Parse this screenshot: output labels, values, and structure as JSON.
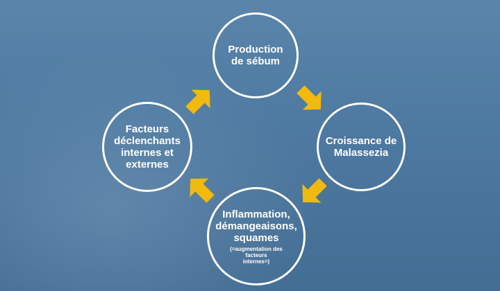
{
  "colors": {
    "arrow": "#f2b90f",
    "circle_border": "#ffffff",
    "text": "#ffffff"
  },
  "cycle": {
    "top": {
      "label_line1": "Production",
      "label_line2": "de sébum"
    },
    "right": {
      "label_line1": "Croissance de",
      "label_line2": "Malassezia"
    },
    "bottom": {
      "label_line1": "Inflammation,",
      "label_line2": "démangeaisons,",
      "label_line3": "squames",
      "note_line1": "(=augmentation des",
      "note_line2": "facteurs",
      "note_line3": "internes=)"
    },
    "left": {
      "label_line1": "Facteurs",
      "label_line2": "déclenchants",
      "label_line3": "internes et",
      "label_line4": "externes"
    }
  }
}
